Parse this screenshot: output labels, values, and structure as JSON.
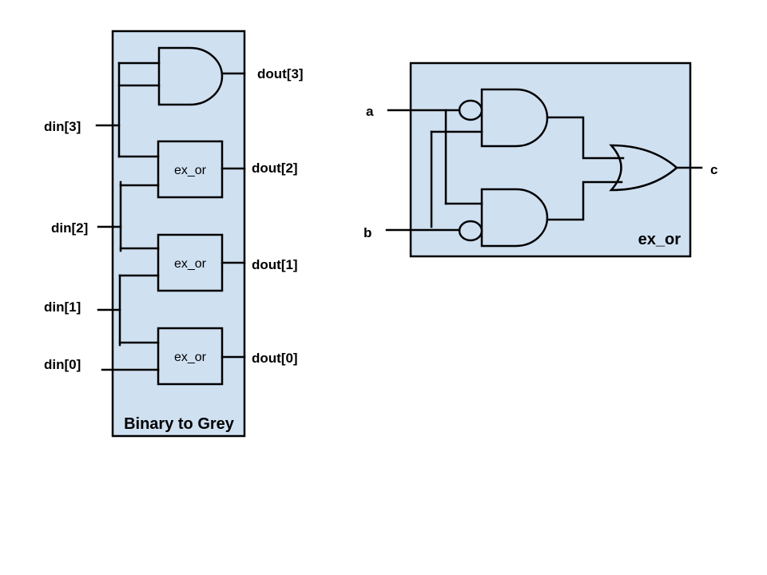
{
  "left_diagram": {
    "title": "Binary to Grey",
    "inputs": [
      "din[3]",
      "din[2]",
      "din[1]",
      "din[0]"
    ],
    "outputs": [
      "dout[3]",
      "dout[2]",
      "dout[1]",
      "dout[0]"
    ],
    "blocks": [
      "ex_or",
      "ex_or",
      "ex_or"
    ]
  },
  "right_diagram": {
    "title": "ex_or",
    "inputs": [
      "a",
      "b"
    ],
    "output": "c"
  },
  "colors": {
    "fill": "#cfe0f1",
    "stroke": "#000000"
  }
}
